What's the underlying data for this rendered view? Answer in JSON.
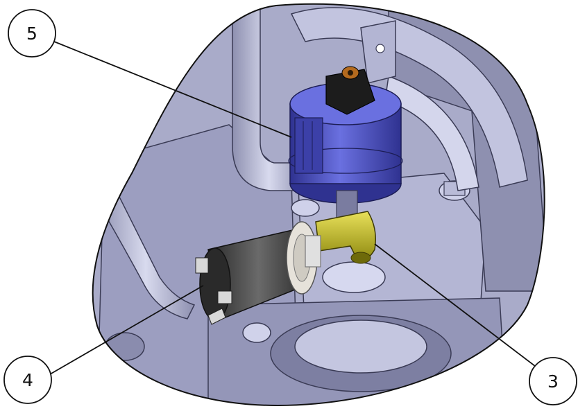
{
  "callouts": [
    {
      "id": "callout-5",
      "label": "5"
    },
    {
      "id": "callout-4",
      "label": "4"
    },
    {
      "id": "callout-3",
      "label": "3"
    }
  ],
  "colors": {
    "background": "#ffffff",
    "housing": "#b8bad6",
    "housing_dark": "#6e7090",
    "pipe": "#c9cbe2",
    "switch_blue": "#5a5fcf",
    "switch_blue_dark": "#2f3290",
    "sensor_body": "#4a4a4a",
    "brass_fitting": "#c9c22a",
    "white_ring": "#e6e2da",
    "line": "#111111"
  }
}
